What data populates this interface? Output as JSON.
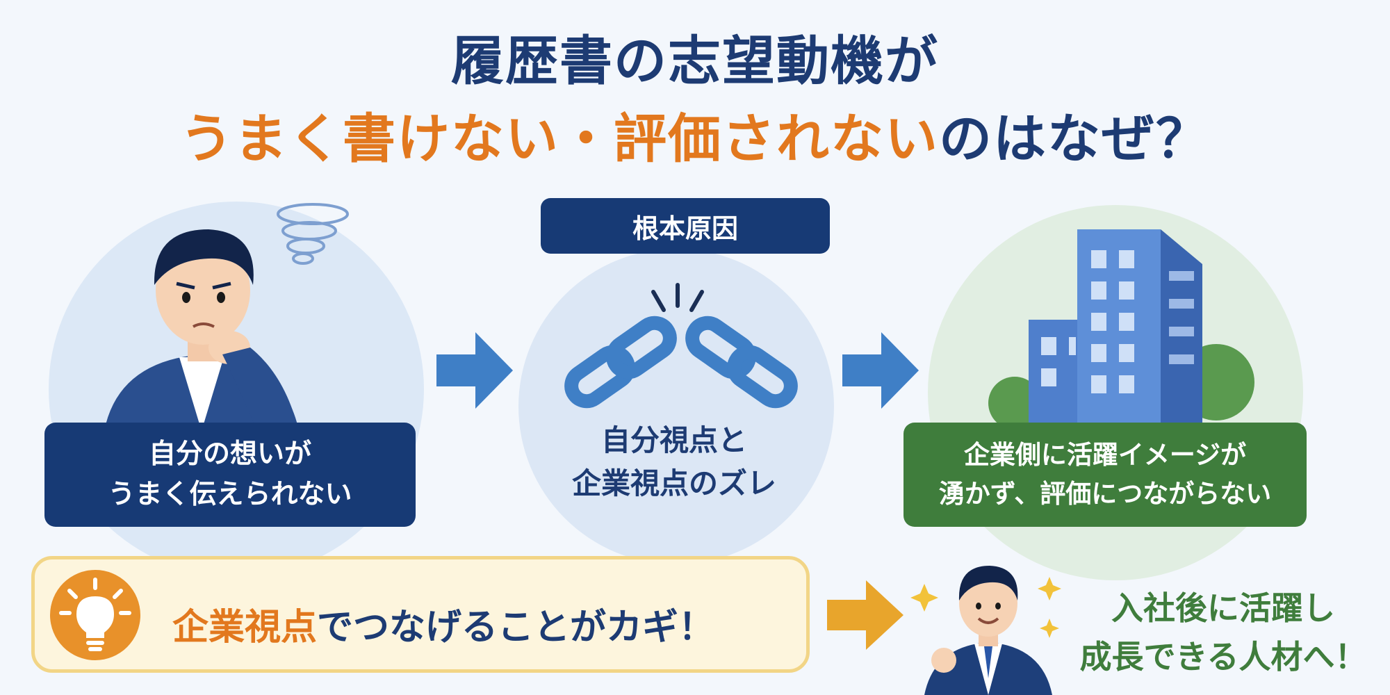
{
  "title": {
    "line1": "履歴書の志望動機が",
    "line2_highlight_a": "うまく書けない・評価されない",
    "line2_tail": "のはなぜ？"
  },
  "left": {
    "caption_line1": "自分の想いが",
    "caption_line2": "うまく伝えられない"
  },
  "middle": {
    "tag": "根本原因",
    "caption_line1": "自分視点と",
    "caption_line2": "企業視点のズレ"
  },
  "right": {
    "caption_line1": "企業側に活躍イメージが",
    "caption_line2": "湧かず、評価につながらない"
  },
  "key": {
    "highlight": "企業視点",
    "rest": "でつなげることがカギ！"
  },
  "result": {
    "line1": "入社後に活躍し",
    "line2": "成長できる人材へ！"
  },
  "colors": {
    "navy": "#173a75",
    "orange": "#e2781e",
    "green": "#3f7d3c",
    "arrow_blue": "#3f7fc6",
    "arrow_gold": "#e8a52c"
  }
}
